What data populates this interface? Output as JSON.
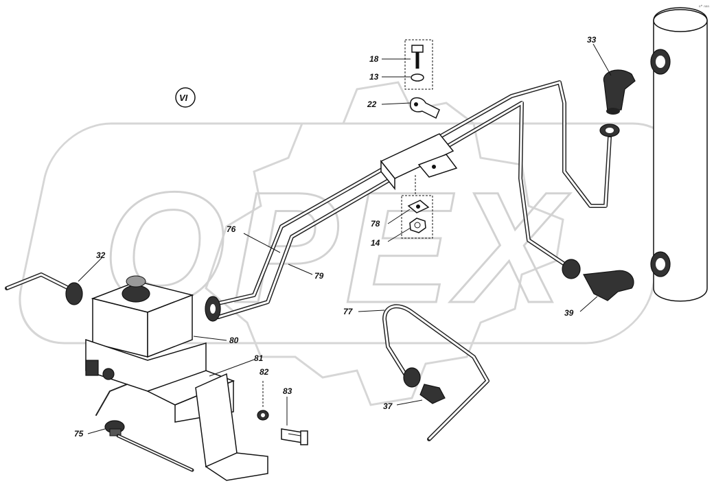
{
  "watermark": {
    "text": "OPEX"
  },
  "section_marker": "VI",
  "corner_mark": "ⁿ° ⁿⁿⁿ",
  "callouts": [
    {
      "id": "c18",
      "text": "18"
    },
    {
      "id": "c13",
      "text": "13"
    },
    {
      "id": "c22",
      "text": "22"
    },
    {
      "id": "c78",
      "text": "78"
    },
    {
      "id": "c14",
      "text": "14"
    },
    {
      "id": "c76",
      "text": "76"
    },
    {
      "id": "c79",
      "text": "79"
    },
    {
      "id": "c32",
      "text": "32"
    },
    {
      "id": "c33",
      "text": "33"
    },
    {
      "id": "c39",
      "text": "39"
    },
    {
      "id": "c77",
      "text": "77"
    },
    {
      "id": "c37",
      "text": "37"
    },
    {
      "id": "c80",
      "text": "80"
    },
    {
      "id": "c81",
      "text": "81"
    },
    {
      "id": "c82",
      "text": "82"
    },
    {
      "id": "c83",
      "text": "83"
    },
    {
      "id": "c75",
      "text": "75"
    }
  ]
}
